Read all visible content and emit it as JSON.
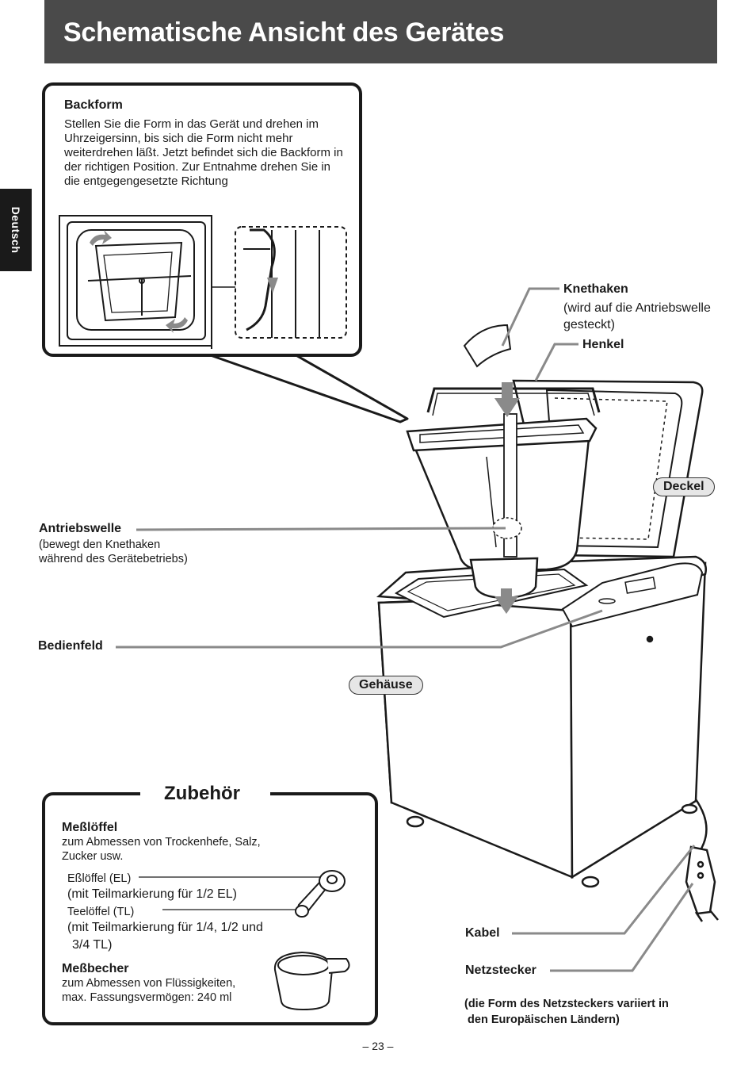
{
  "header": {
    "title": "Schematische Ansicht des Gerätes"
  },
  "side_tab": {
    "label": "Deutsch"
  },
  "backform_box": {
    "title": "Backform",
    "text": "Stellen Sie die Form in das Gerät und drehen im Uhrzeigersinn, bis sich die Form nicht mehr weiterdrehen läßt. Jetzt befindet sich die Backform in der richtigen Position. Zur Entnahme drehen Sie in die entgegengesetzte Richtung"
  },
  "callouts": {
    "knethaken": {
      "label": "Knethaken",
      "note": "(wird auf die Antriebswelle gesteckt)"
    },
    "henkel": {
      "label": "Henkel"
    },
    "deckel": {
      "label": "Deckel"
    },
    "antriebswelle": {
      "label": "Antriebswelle",
      "note1": "(bewegt den Knethaken",
      "note2": "während des Gerätebetriebs)"
    },
    "bedienfeld": {
      "label": "Bedienfeld"
    },
    "gehaeuse": {
      "label": "Gehäuse"
    },
    "kabel": {
      "label": "Kabel"
    },
    "netzstecker": {
      "label": "Netzstecker"
    },
    "plug_note1": "(die Form des Netzsteckers variiert in",
    "plug_note2": " den Europäischen Ländern)"
  },
  "zubehoer": {
    "title": "Zubehör",
    "messloeffel": {
      "title": "Meßlöffel",
      "desc1": "zum Abmessen von Trockenhefe, Salz,",
      "desc2": "Zucker usw.",
      "el_label": "Eßlöffel (EL)",
      "el_note": "(mit Teilmarkierung für 1/2 EL)",
      "tl_label": "Teelöffel (TL)",
      "tl_note1": "(mit Teilmarkierung für 1/4, 1/2 und",
      "tl_note2": "3/4 TL)"
    },
    "messbecher": {
      "title": "Meßbecher",
      "desc1": "zum Abmessen von Flüssigkeiten,",
      "desc2": "max. Fassungsvermögen: 240 ml"
    }
  },
  "footer": {
    "page_number": "– 23 –"
  }
}
